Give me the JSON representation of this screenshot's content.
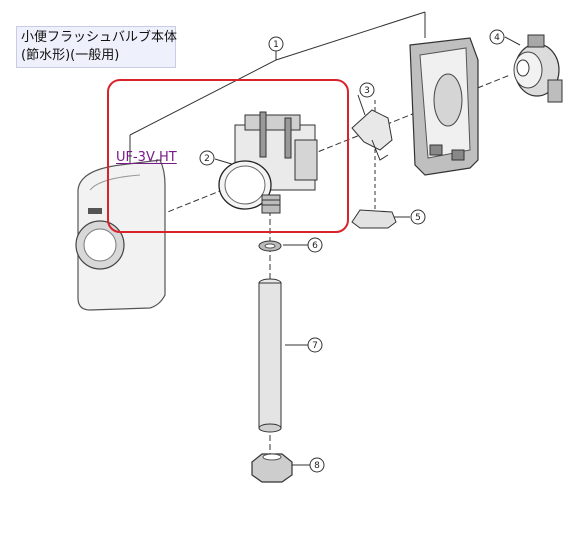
{
  "title": {
    "line1": "小便フラッシュバルブ本体",
    "line2": "(節水形)(一般用)"
  },
  "model_link": "UF-3V,HT",
  "callouts": [
    "1",
    "2",
    "3",
    "4",
    "5",
    "6",
    "7",
    "8"
  ],
  "colors": {
    "highlight_box": "#d9232b",
    "link": "#7a1a8a",
    "line": "#333333",
    "title_bg": "#eef0fb"
  }
}
